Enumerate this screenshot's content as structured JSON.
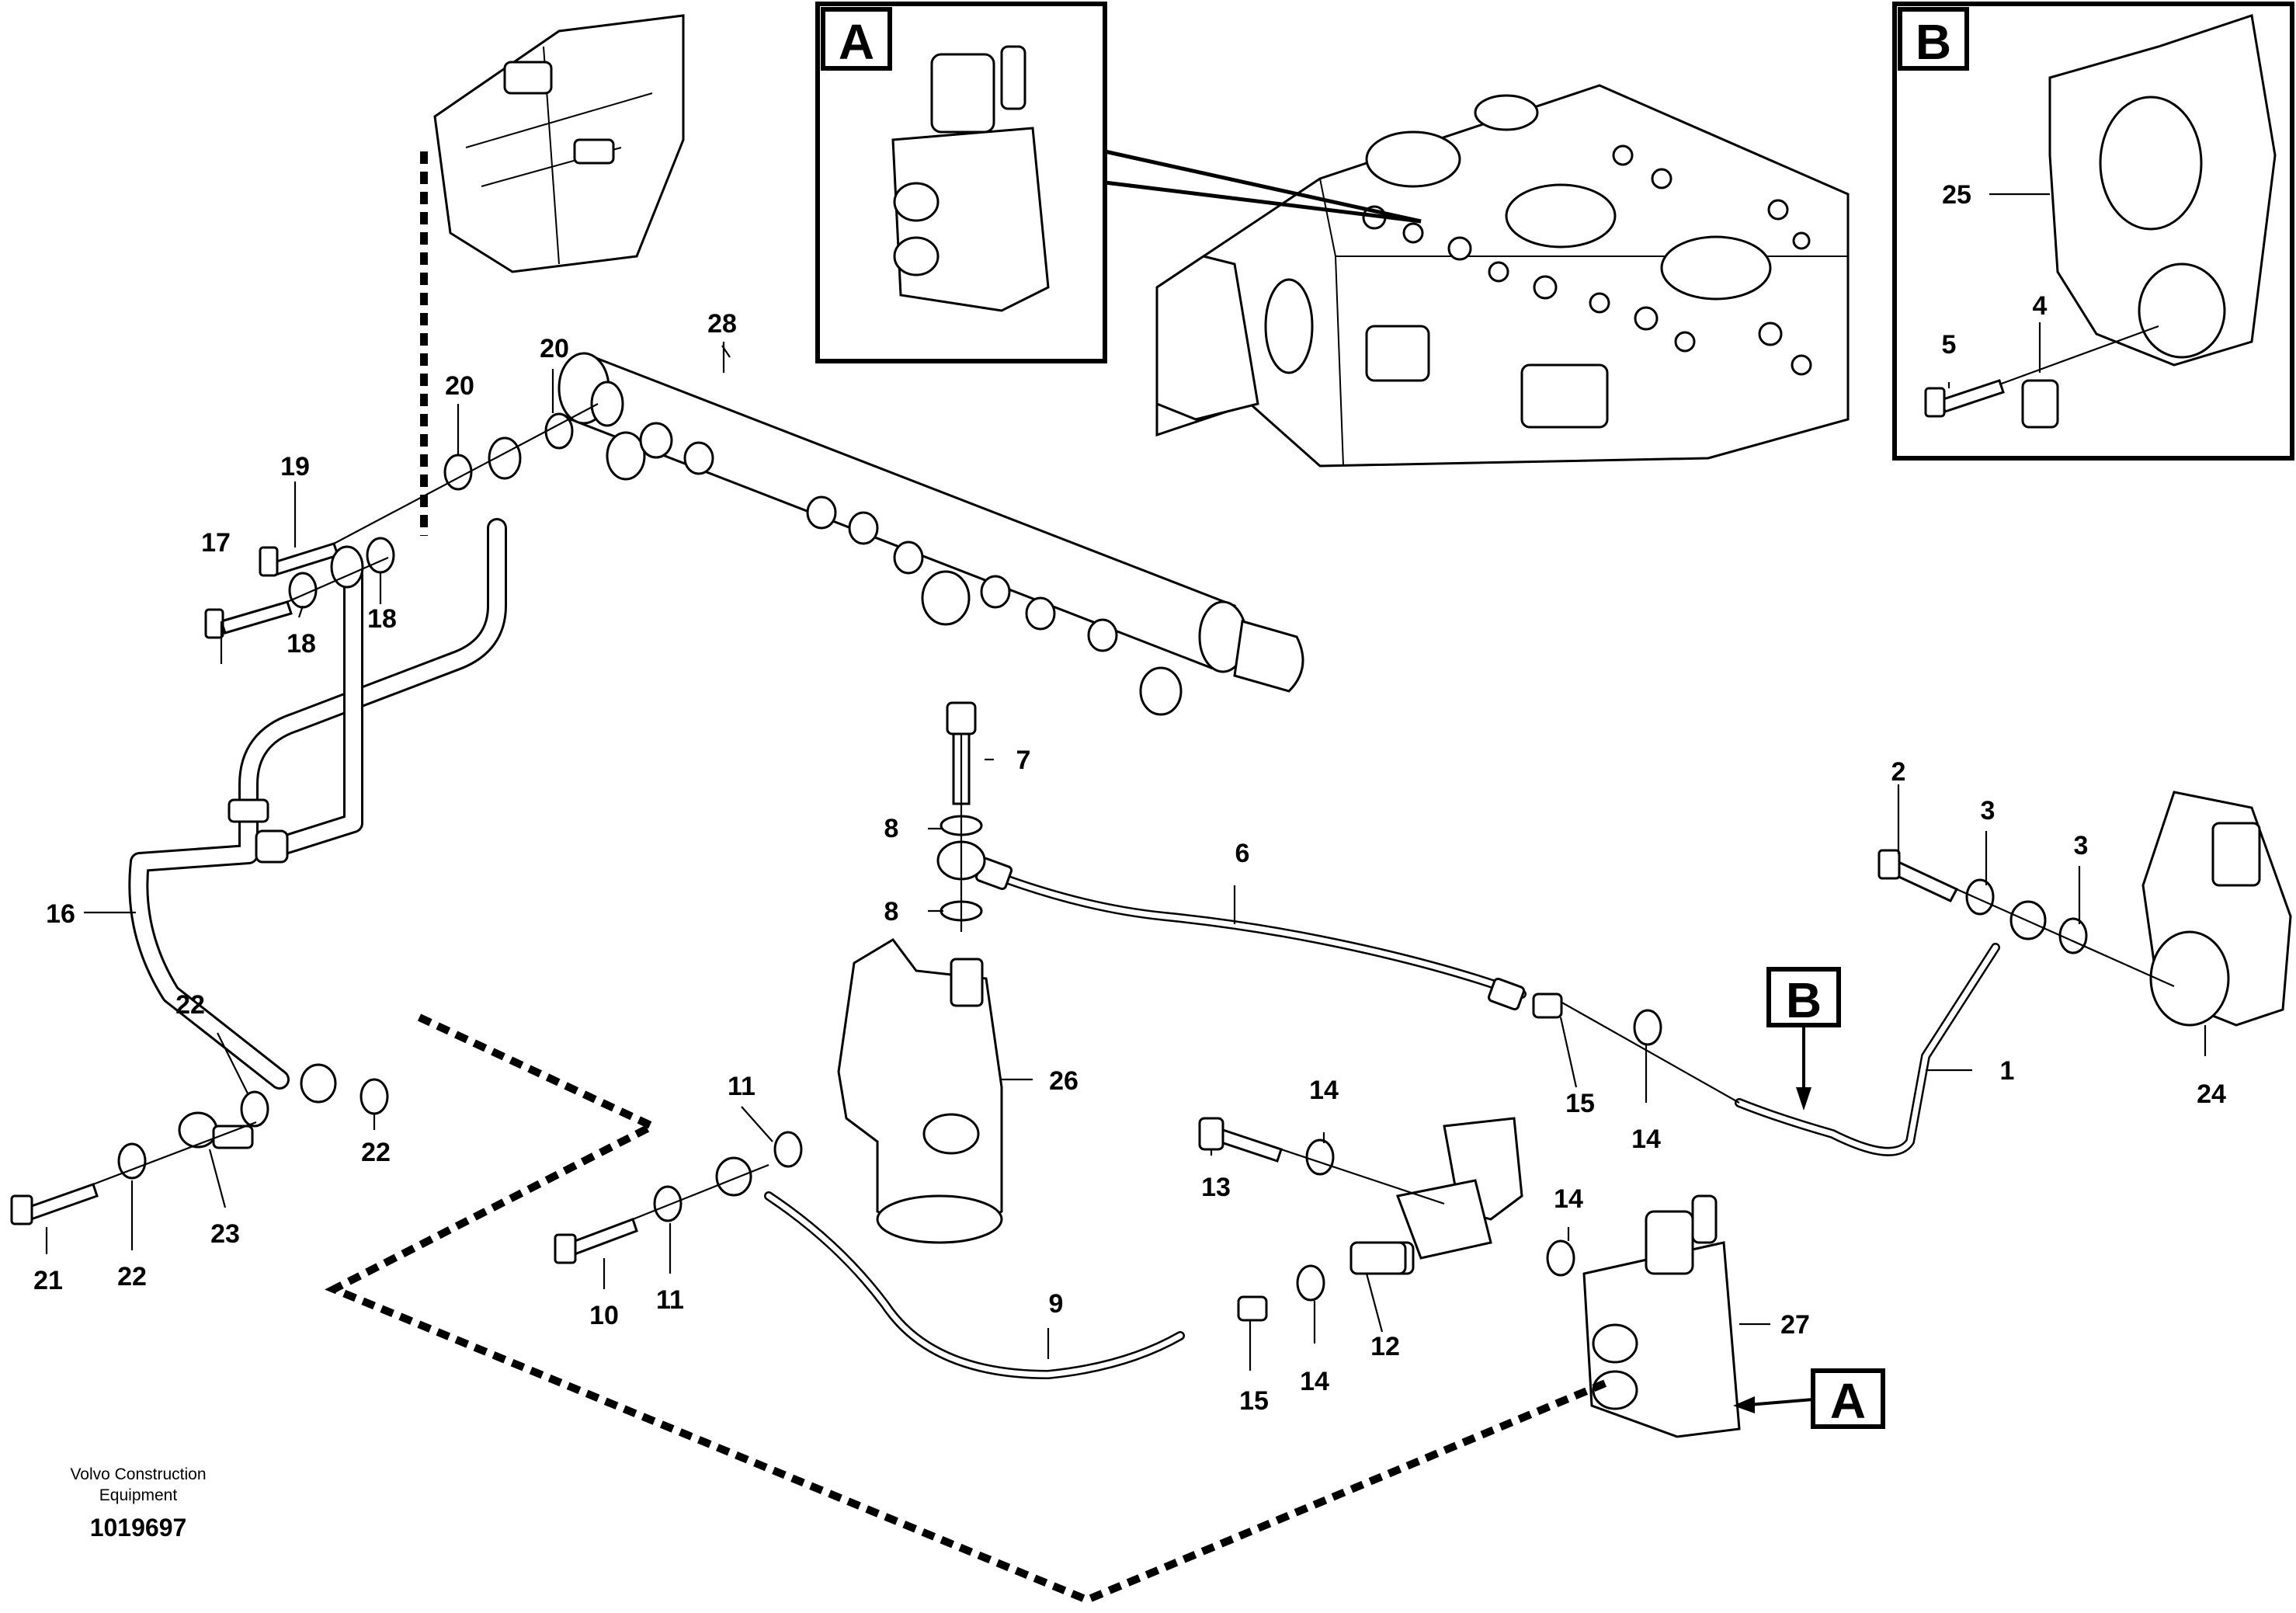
{
  "callouts": {
    "a": "A",
    "b": "B"
  },
  "labels": {
    "l1": "1",
    "l2": "2",
    "l3a": "3",
    "l3b": "3",
    "l4": "4",
    "l5": "5",
    "l6": "6",
    "l7": "7",
    "l8a": "8",
    "l8b": "8",
    "l9": "9",
    "l10": "10",
    "l11a": "11",
    "l11b": "11",
    "l12": "12",
    "l13": "13",
    "l14a": "14",
    "l14b": "14",
    "l14c": "14",
    "l14d": "14",
    "l15a": "15",
    "l15b": "15",
    "l16": "16",
    "l17": "17",
    "l18a": "18",
    "l18b": "18",
    "l19": "19",
    "l20a": "20",
    "l20b": "20",
    "l21": "21",
    "l22a": "22",
    "l22b": "22",
    "l22c": "22",
    "l23": "23",
    "l24": "24",
    "l25": "25",
    "l26": "26",
    "l27": "27",
    "l28": "28"
  },
  "footer": {
    "credit_line1": "Volvo Construction",
    "credit_line2": "Equipment",
    "doc_number": "1019697"
  }
}
